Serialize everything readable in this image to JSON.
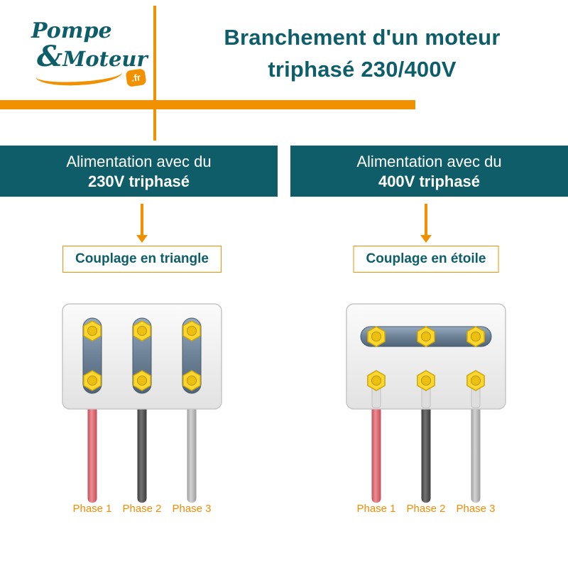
{
  "brand": {
    "name_top": "Pompe",
    "amp": "&",
    "name_bottom": "Moteur",
    "tld": ".fr"
  },
  "header": {
    "title_line1": "Branchement d'un moteur",
    "title_line2": "triphasé 230/400V"
  },
  "columns": [
    {
      "supply_line1": "Alimentation avec du",
      "supply_line2": "230V triphasé",
      "coupling": "Couplage en triangle",
      "coupling_type": "triangle",
      "phase_labels": [
        "Phase 1",
        "Phase 2",
        "Phase 3"
      ]
    },
    {
      "supply_line1": "Alimentation avec du",
      "supply_line2": "400V triphasé",
      "coupling": "Couplage en étoile",
      "coupling_type": "etoile",
      "phase_labels": [
        "Phase 1",
        "Phase 2",
        "Phase 3"
      ]
    }
  ],
  "colors": {
    "teal": "#0e5e69",
    "orange": "#f29100",
    "wire_phase1": "#d95f68",
    "wire_phase2": "#4f4f4f",
    "wire_phase3": "#b5b5b5",
    "nut_yellow": "#ffd62b",
    "strip_steel": "#6d8296"
  }
}
